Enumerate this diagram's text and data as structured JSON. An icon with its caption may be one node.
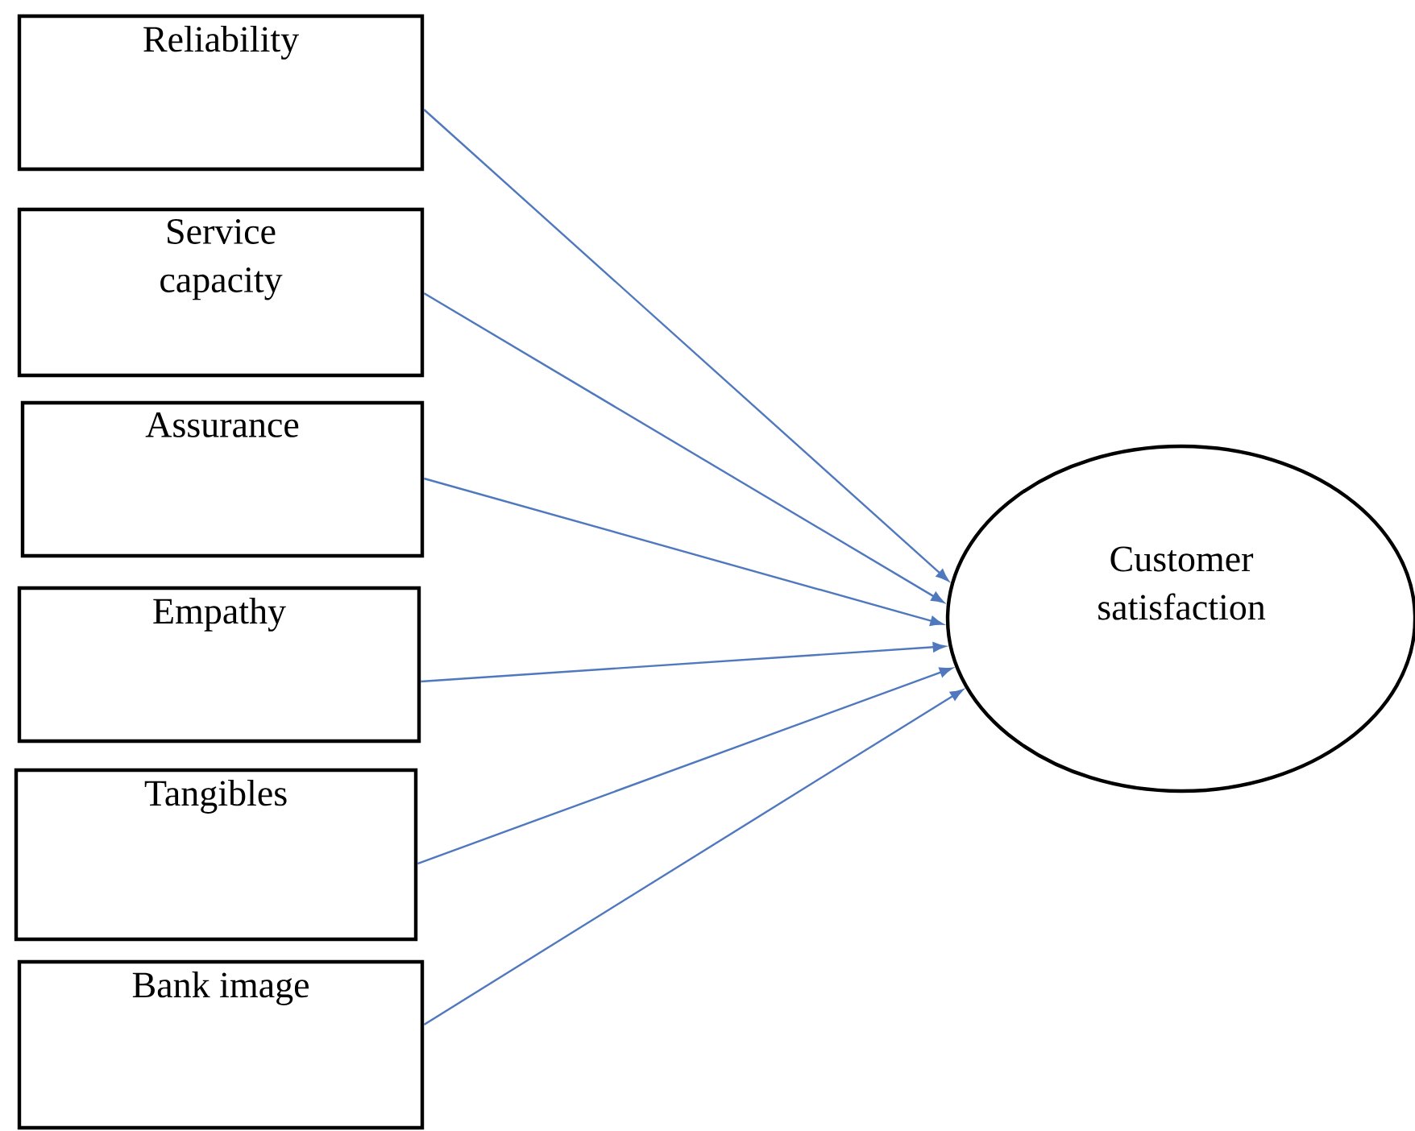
{
  "diagram": {
    "nodes": [
      {
        "text": [
          "Reliability"
        ]
      },
      {
        "text": [
          "Service capacity"
        ]
      },
      {
        "text": [
          "Assurance"
        ]
      },
      {
        "text": [
          "Empathy"
        ]
      },
      {
        "text": [
          "Tangibles"
        ]
      },
      {
        "text": [
          "Bank image"
        ]
      },
      {
        "text": [
          "Customer satisfaction"
        ]
      }
    ],
    "edges": [
      {
        "from": 0,
        "to": 6,
        "arrow": "to"
      },
      {
        "from": 1,
        "to": 6,
        "arrow": "to"
      },
      {
        "from": 2,
        "to": 6,
        "arrow": "to"
      },
      {
        "from": 3,
        "to": 6,
        "arrow": "to"
      },
      {
        "from": 4,
        "to": 6,
        "arrow": "to"
      },
      {
        "from": 5,
        "to": 6,
        "arrow": "to"
      }
    ]
  }
}
